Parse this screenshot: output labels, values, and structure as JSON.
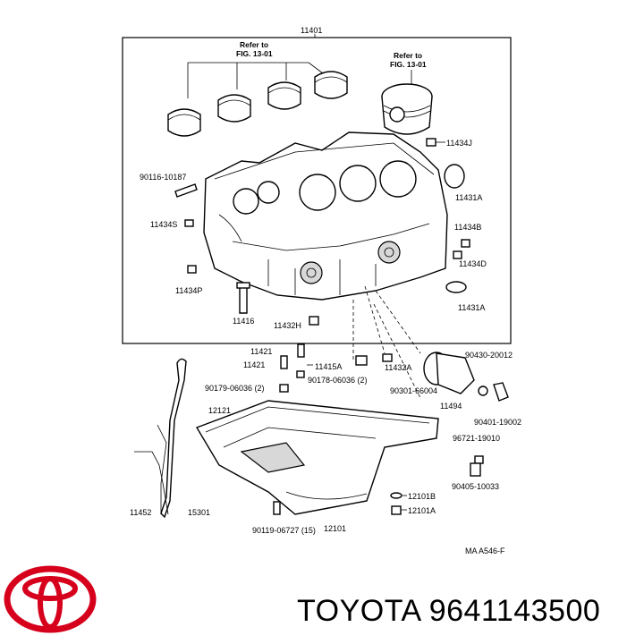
{
  "diagram": {
    "main_ref": "11401",
    "refer1_line1": "Refer to",
    "refer1_line2": "FIG. 13-01",
    "refer2_line1": "Refer to",
    "refer2_line2": "FIG. 13-01",
    "labels": {
      "l90116": "90116-10187",
      "l11434J": "11434J",
      "l11431A_top": "11431A",
      "l11434S": "11434S",
      "l11434B": "11434B",
      "l11434D": "11434D",
      "l11434P": "11434P",
      "l11431A_bot": "11431A",
      "l11416": "11416",
      "l11432H": "11432H",
      "l11421a": "11421",
      "l11421b": "11421",
      "l11415A": "11415A",
      "l11432A": "11432A",
      "l90430": "90430-20012",
      "l90179": "90179-06036 (2)",
      "l90178": "90178-06036 (2)",
      "l90301": "90301-66004",
      "l11494": "11494",
      "l90401": "90401-19002",
      "l12121": "12121",
      "l96721": "96721-19010",
      "l90405": "90405-10033",
      "l12101B": "12101B",
      "l12101A": "12101A",
      "l11452": "11452",
      "l15301": "15301",
      "l90119": "90119-06727 (15)",
      "l12101": "12101",
      "code": "MA  A546-F"
    }
  },
  "footer": {
    "brand_text": "TOYOTA 9641143500",
    "logo_icon": "toyota-logo-icon",
    "logo_color": "#d6001c"
  }
}
